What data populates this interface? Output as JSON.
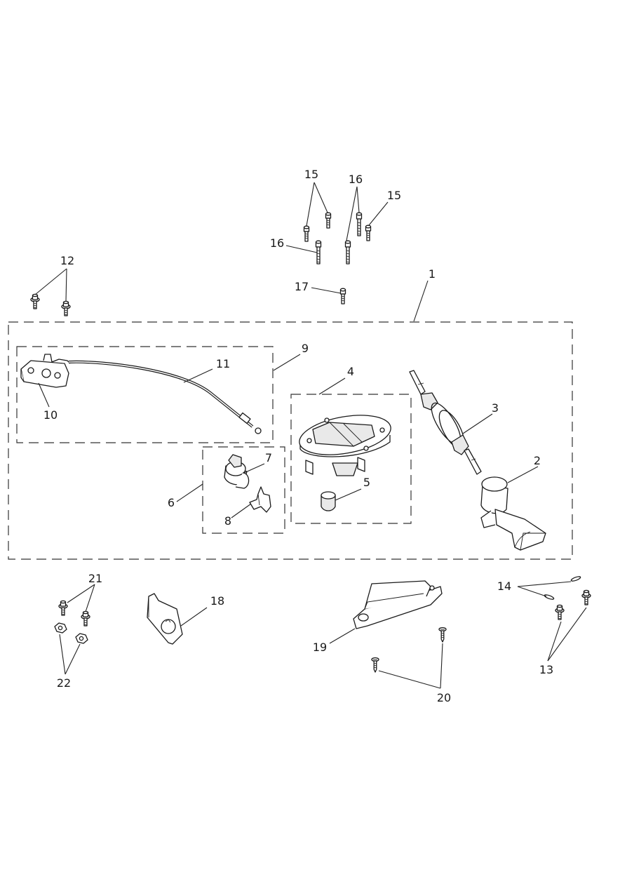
{
  "callouts": [
    {
      "id": "c1",
      "text": "1"
    },
    {
      "id": "c2",
      "text": "2"
    },
    {
      "id": "c3",
      "text": "3"
    },
    {
      "id": "c4",
      "text": "4"
    },
    {
      "id": "c5",
      "text": "5"
    },
    {
      "id": "c6",
      "text": "6"
    },
    {
      "id": "c7",
      "text": "7"
    },
    {
      "id": "c8",
      "text": "8"
    },
    {
      "id": "c9",
      "text": "9"
    },
    {
      "id": "c10",
      "text": "10"
    },
    {
      "id": "c11",
      "text": "11"
    },
    {
      "id": "c12",
      "text": "12"
    },
    {
      "id": "c13",
      "text": "13"
    },
    {
      "id": "c14",
      "text": "14"
    },
    {
      "id": "c15a",
      "text": "15"
    },
    {
      "id": "c15b",
      "text": "15"
    },
    {
      "id": "c16a",
      "text": "16"
    },
    {
      "id": "c16b",
      "text": "16"
    },
    {
      "id": "c17",
      "text": "17"
    },
    {
      "id": "c18",
      "text": "18"
    },
    {
      "id": "c19",
      "text": "19"
    },
    {
      "id": "c20",
      "text": "20"
    },
    {
      "id": "c21",
      "text": "21"
    },
    {
      "id": "c22",
      "text": "22"
    }
  ]
}
